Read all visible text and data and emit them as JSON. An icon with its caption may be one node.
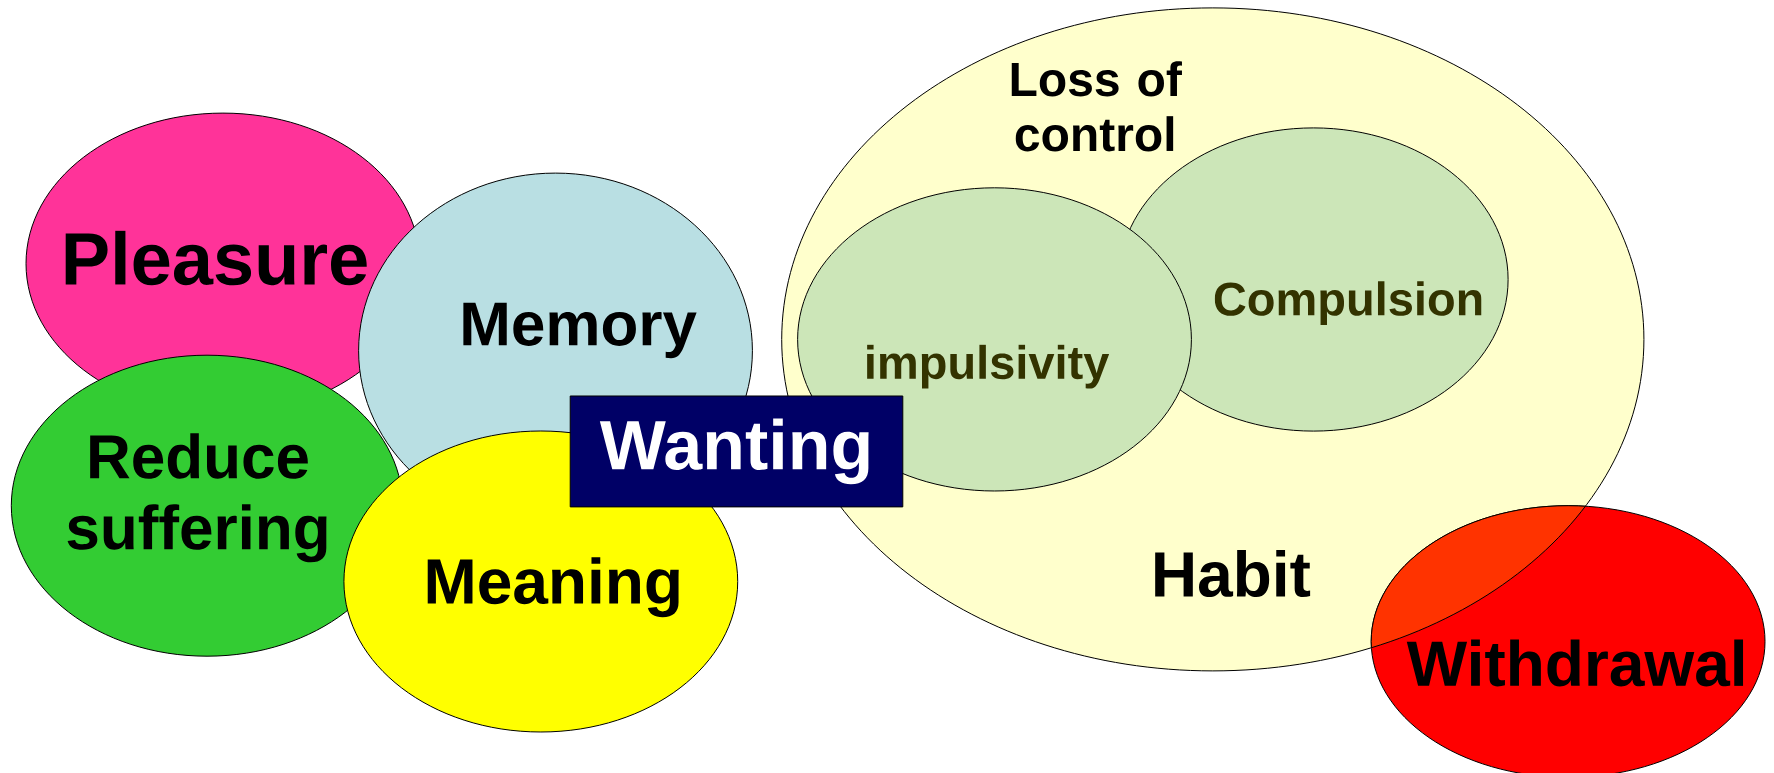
{
  "diagram": {
    "nodes": [
      {
        "text": [
          "Pleasure"
        ]
      },
      {
        "text": [
          "Memory"
        ]
      },
      {
        "text": [
          "Reduce suffering"
        ]
      },
      {
        "text": [
          "Meaning"
        ]
      },
      {
        "text": [
          "Wanting"
        ]
      },
      {
        "text": [
          "Loss of control",
          "Habit"
        ]
      },
      {
        "text": [
          "Compulsion"
        ],
        "in": 5
      },
      {
        "text": [
          "impulsivity"
        ],
        "in": 5
      },
      {
        "text": [
          "Withdrawal"
        ]
      }
    ]
  }
}
